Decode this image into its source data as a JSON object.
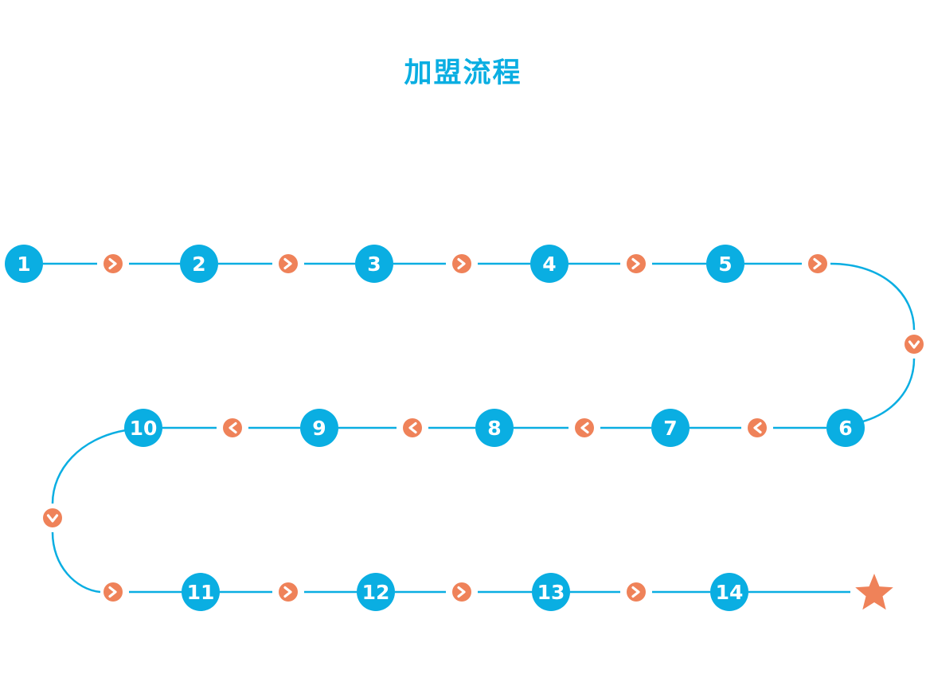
{
  "title": "加盟流程",
  "colors": {
    "title": "#0aaee2",
    "step_circle": "#0aaee2",
    "connector_line": "#0aaee2",
    "arrow_marker": "#ef8259",
    "end_star": "#ef8259",
    "step_text": "#ffffff"
  },
  "steps": [
    {
      "label": "1"
    },
    {
      "label": "2"
    },
    {
      "label": "3"
    },
    {
      "label": "4"
    },
    {
      "label": "5"
    },
    {
      "label": "6"
    },
    {
      "label": "7"
    },
    {
      "label": "8"
    },
    {
      "label": "9"
    },
    {
      "label": "10"
    },
    {
      "label": "11"
    },
    {
      "label": "12"
    },
    {
      "label": "13"
    },
    {
      "label": "14"
    }
  ],
  "end_marker": {
    "icon": "star-icon"
  },
  "arrow_icons": {
    "right": "chevron-right-icon",
    "left": "chevron-left-icon",
    "down": "chevron-down-icon"
  }
}
